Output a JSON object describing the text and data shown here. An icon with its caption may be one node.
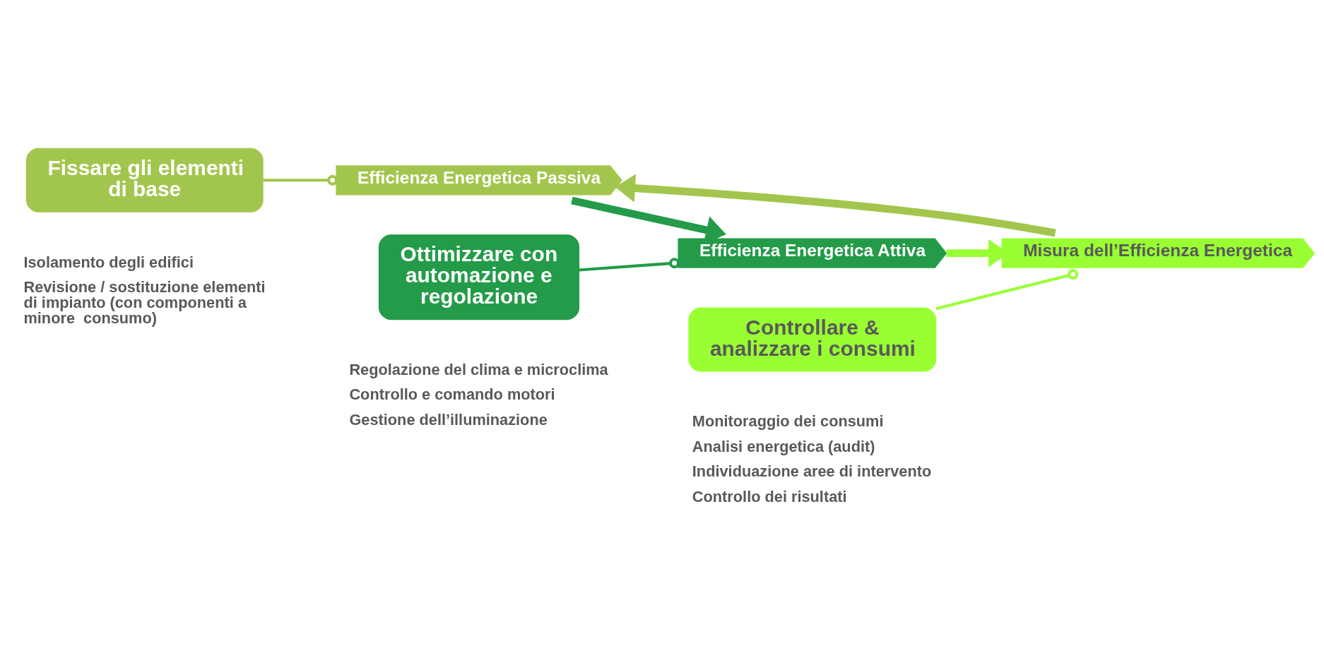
{
  "diagram": {
    "nodes": [
      {
        "text": [
          "Fissare gli elementi di base"
        ],
        "beside": [
          "Isolamento degli edifici",
          "Revisione / sostituzione elementi di impianto (con componenti a minore  consumo)"
        ]
      },
      {
        "text": [
          "Controllare & analizzare i consumi"
        ],
        "beside": [
          "Monitoraggio dei consumi",
          "Analisi energetica (audit)",
          "Individuazione aree di intervento",
          "Controllo dei risultati"
        ]
      },
      {
        "text": [
          "Misura dell’Efficienza Energetica"
        ]
      },
      {
        "text": [
          "Efficienza Energetica Passiva"
        ]
      },
      {
        "text": [
          "Efficienza Energetica Attiva"
        ]
      },
      {
        "text": [
          "Ottimizzare con automazione e regolazione"
        ],
        "beside": [
          "Regolazione del clima e microclima",
          "Controllo e comando motori",
          "Gestione dell’illuminazione"
        ]
      }
    ],
    "edges": [
      {
        "from": 3,
        "to": 4,
        "arrow": "to",
        "style": "thick",
        "color": "#239b48"
      },
      {
        "from": 4,
        "to": 2,
        "arrow": "to",
        "style": "thick",
        "color": "#99ff33"
      },
      {
        "from": 2,
        "to": 3,
        "arrow": "to",
        "style": "thick",
        "color": "#a2c64d"
      },
      {
        "from": 0,
        "to": 3,
        "arrow": "other",
        "color": "#a2c64d"
      },
      {
        "from": 1,
        "to": 2,
        "arrow": "other",
        "color": "#99ff33"
      },
      {
        "from": 5,
        "to": 4,
        "arrow": "other",
        "color": "#239b48"
      }
    ]
  }
}
